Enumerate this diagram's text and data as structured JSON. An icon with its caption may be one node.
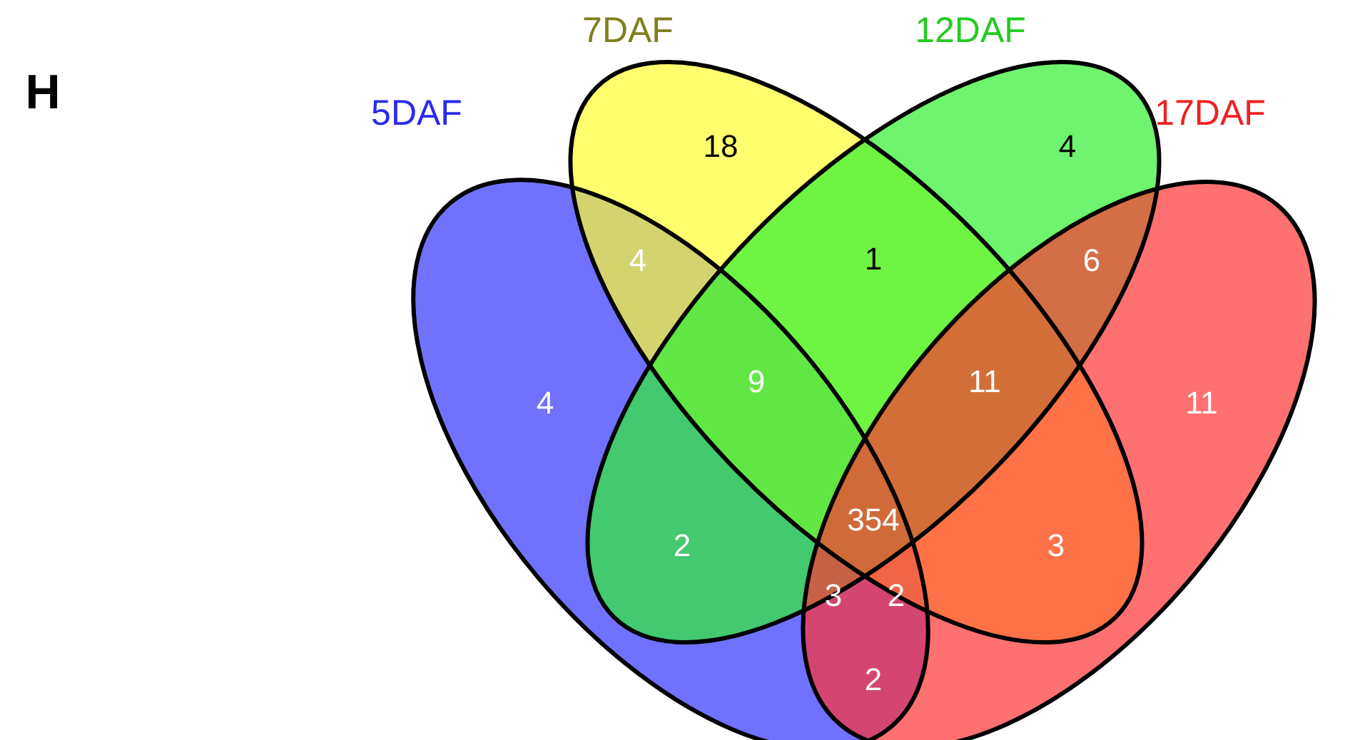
{
  "diagram": {
    "nodes": [
      {
        "text": [
          "5DAF"
        ]
      },
      {
        "text": [
          "7DAF"
        ]
      },
      {
        "text": [
          "12DAF"
        ]
      },
      {
        "text": [
          "17DAF"
        ]
      }
    ],
    "edges": [],
    "labels": [
      "H",
      "18",
      "4",
      "4",
      "1",
      "6",
      "4",
      "9",
      "11",
      "11",
      "354",
      "2",
      "3",
      "3",
      "2",
      "2"
    ]
  }
}
